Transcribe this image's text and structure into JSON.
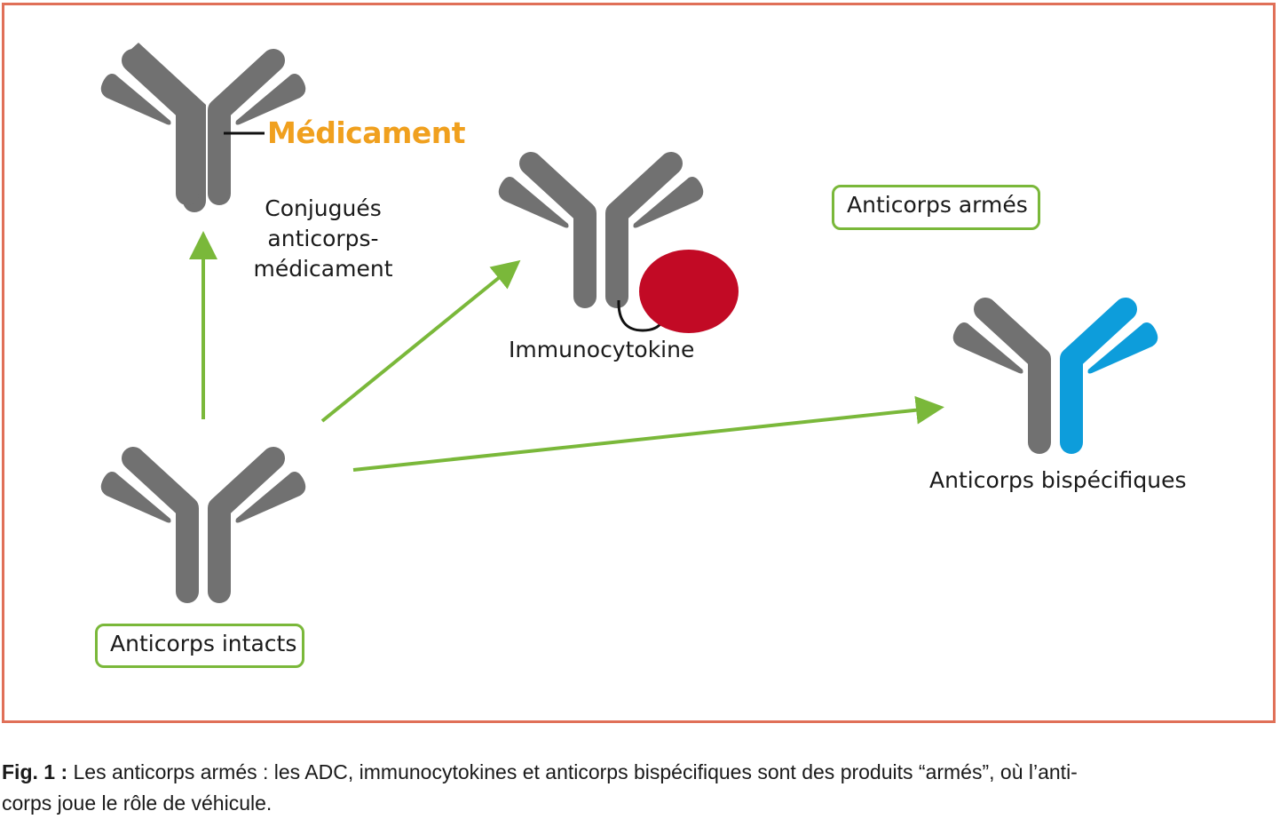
{
  "figure": {
    "title_labels": {
      "medicament": "Médicament",
      "adc": [
        "Conjugués",
        "anticorps-",
        "médicament"
      ],
      "immunocytokine": "Immunocytokine",
      "bispecific": "Anticorps bispécifiques"
    },
    "boxes": {
      "intact": "Anticorps intacts",
      "armed": "Anticorps armés"
    },
    "colors": {
      "antibody_gray": "#717171",
      "bispecific_blue": "#0d9ddb",
      "cytokine_red": "#c20a25",
      "arrow_green": "#7ab83a",
      "frame_orange": "#e07058",
      "medicament_orange": "#f0a01e"
    },
    "arrows": [
      {
        "from": "Anticorps intacts",
        "to": "Conjugués anticorps-médicament"
      },
      {
        "from": "Anticorps intacts",
        "to": "Immunocytokine"
      },
      {
        "from": "Anticorps intacts",
        "to": "Anticorps bispécifiques"
      }
    ]
  },
  "caption": {
    "label": "Fig. 1 :",
    "text_line1": " Les anticorps armés : les ADC, immunocytokines et anticorps bispécifiques sont des produits “armés”, où l’anti-",
    "text_line2": "corps joue le rôle de véhicule."
  }
}
